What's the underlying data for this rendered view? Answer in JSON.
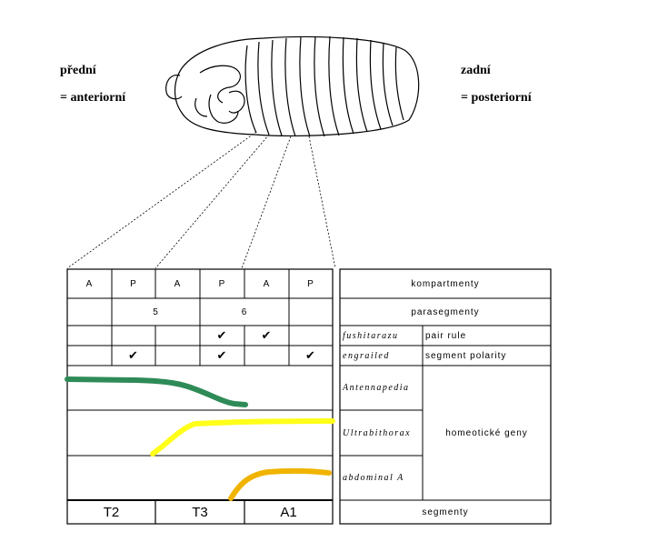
{
  "labels": {
    "front": "přední",
    "front_term": "= anteriorní",
    "back": "zadní",
    "back_term": "= posteriorní"
  },
  "grid": {
    "compartments": [
      "A",
      "P",
      "A",
      "P",
      "A",
      "P"
    ],
    "parasegments": [
      "5",
      "6"
    ],
    "segments": [
      "T2",
      "T3",
      "A1"
    ],
    "check_mark": "✔"
  },
  "legend": {
    "compartments": "kompartmenty",
    "parasegments": "parasegmenty",
    "ftz": "fushitarazu",
    "pair_rule": "pair rule",
    "engrailed": "engrailed",
    "segment_polarity": "segment polarity",
    "antp": "Antennapedia",
    "ubx": "Ultrabithorax",
    "abda": "abdominal A",
    "homeotic": "homeotické geny",
    "segments": "segmenty"
  },
  "colors": {
    "antennapedia": "#2e8b57",
    "ultrabithorax": "#ffff1a",
    "abdominal_a": "#f0b400"
  }
}
